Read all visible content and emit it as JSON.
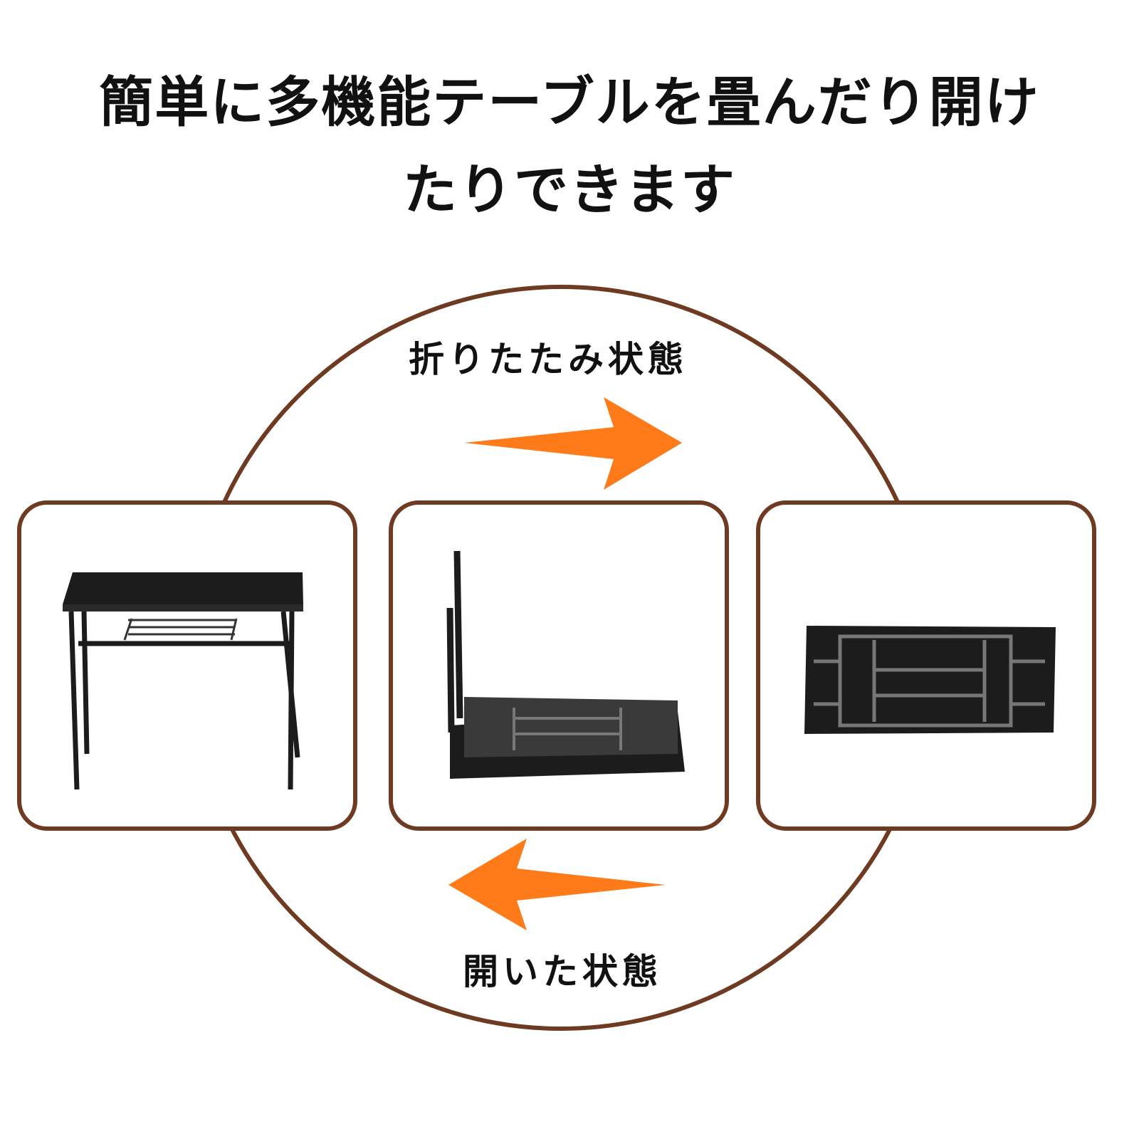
{
  "title": {
    "line1": "簡単に多機能テーブルを畳んだり開け",
    "line2": "たりできます"
  },
  "labels": {
    "folded": "折りたたみ状態",
    "opened": "開いた状態"
  },
  "colors": {
    "ring": "#6e3a22",
    "arrow": "#ff7b1a",
    "table": "#1c1c1c"
  },
  "panels": [
    {
      "state": "open-table"
    },
    {
      "state": "folding-table"
    },
    {
      "state": "folded-table"
    }
  ]
}
